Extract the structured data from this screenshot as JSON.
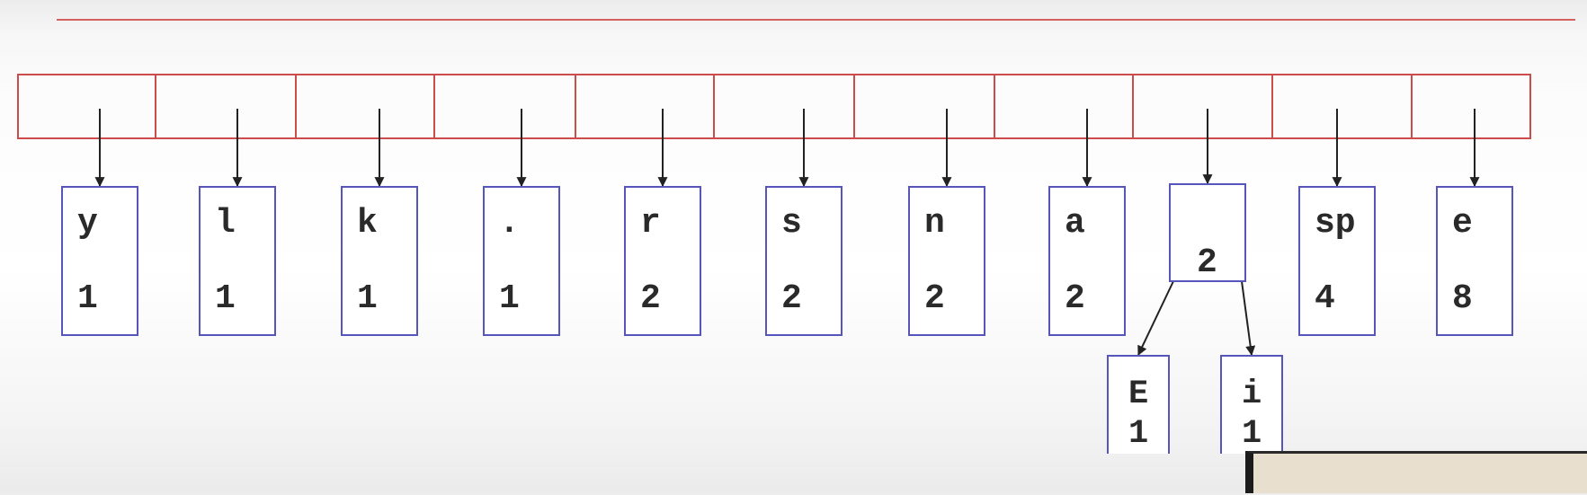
{
  "colors": {
    "queue": "#cc4b4b",
    "node": "#5555bb",
    "arrow": "#222222",
    "text": "#2a2a2a"
  },
  "queue_slot_count": 11,
  "nodes": [
    {
      "symbol": "y",
      "count": "1"
    },
    {
      "symbol": "l",
      "count": "1"
    },
    {
      "symbol": "k",
      "count": "1"
    },
    {
      "symbol": ".",
      "count": "1"
    },
    {
      "symbol": "r",
      "count": "2"
    },
    {
      "symbol": "s",
      "count": "2"
    },
    {
      "symbol": "n",
      "count": "2"
    },
    {
      "symbol": "a",
      "count": "2"
    },
    {
      "symbol": "",
      "count": "2",
      "children": [
        {
          "symbol": "E",
          "count": "1"
        },
        {
          "symbol": "i",
          "count": "1"
        }
      ]
    },
    {
      "symbol": "sp",
      "count": "4"
    },
    {
      "symbol": "e",
      "count": "8"
    }
  ]
}
